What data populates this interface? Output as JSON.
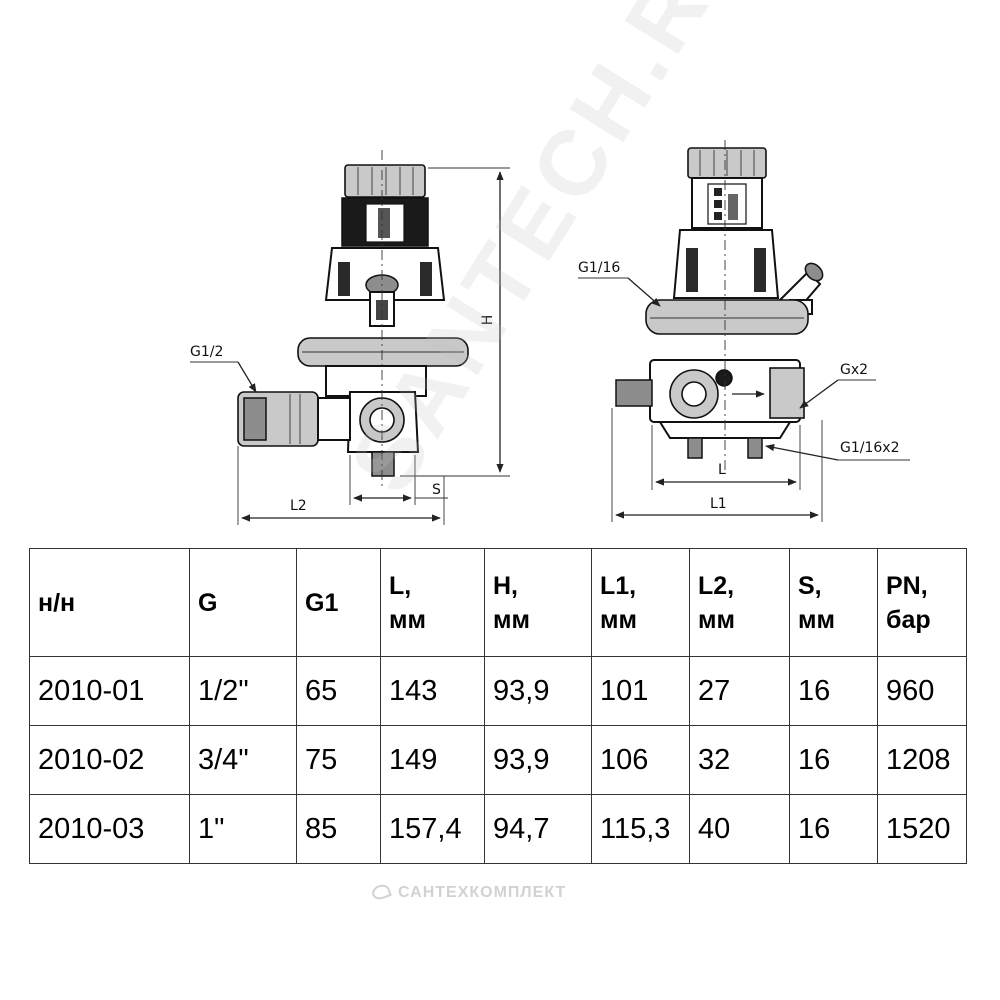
{
  "drawing": {
    "left_view": {
      "label_g12": "G1/2",
      "label_h": "H",
      "label_s": "S",
      "label_l2": "L2"
    },
    "right_view": {
      "label_g116": "G1/16",
      "label_gx2": "Gx2",
      "label_g116x2": "G1/16x2",
      "label_l": "L",
      "label_l1": "L1"
    }
  },
  "table": {
    "headers": [
      [
        "н/н",
        ""
      ],
      [
        "G",
        ""
      ],
      [
        "G1",
        ""
      ],
      [
        "L,",
        "мм"
      ],
      [
        "H,",
        "мм"
      ],
      [
        "L1,",
        "мм"
      ],
      [
        "L2,",
        "мм"
      ],
      [
        "S,",
        "мм"
      ],
      [
        "PN,",
        "бар"
      ]
    ],
    "rows": [
      [
        "2010-01",
        "1/2\"",
        "65",
        "143",
        "93,9",
        "101",
        "27",
        "16",
        "960"
      ],
      [
        "2010-02",
        "3/4\"",
        "75",
        "149",
        "93,9",
        "106",
        "32",
        "16",
        "1208"
      ],
      [
        "2010-03",
        "1\"",
        "85",
        "157,4",
        "94,7",
        "115,3",
        "40",
        "16",
        "1520"
      ]
    ]
  },
  "watermark": "SANTECH.RU",
  "footer_watermark": "САНТЕХКОМПЛЕКТ"
}
